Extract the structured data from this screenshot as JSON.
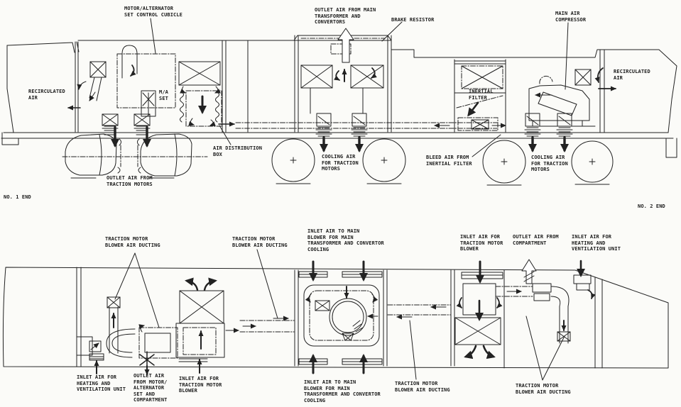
{
  "figure": {
    "type": "locomotive air-flow schematic",
    "views": [
      "side elevation",
      "plan view"
    ],
    "line_color": "#222222",
    "paper_color": "#fbfbf8"
  },
  "side_view": {
    "labels": {
      "motor_alternator_cubicle": "MOTOR/ALTERNATOR\nSET CONTROL CUBICLE",
      "outlet_main_transformer": "OUTLET AIR FROM MAIN\nTRANSFORMER AND\nCONVERTORS",
      "brake_resistor": "BRAKE RESISTOR",
      "main_air_compressor": "MAIN AIR\nCOMPRESSOR",
      "recirculated_air_right": "RECIRCULATED\nAIR",
      "recirculated_air_left": "RECIRCULATED\nAIR",
      "ma_set": "M/A\nSET",
      "inertial_filter": "INERTIAL\nFILTER",
      "air_distribution_box": "AIR DISTRIBUTION\nBOX",
      "outlet_traction_motors": "OUTLET AIR FROM\nTRACTION MOTORS",
      "cooling_air_mid": "COOLING AIR\nFOR TRACTION\nMOTORS",
      "bleed_air": "BLEED AIR FROM\nINERTIAL FILTER",
      "cooling_air_right": "COOLING AIR\nFOR TRACTION\nMOTORS",
      "no1_end": "NO. 1 END",
      "no2_end": "NO. 2 END"
    }
  },
  "plan_view": {
    "labels": {
      "tm_ducting_top_left": "TRACTION MOTOR\nBLOWER AIR DUCTING",
      "tm_ducting_top_mid": "TRACTION MOTOR\nBLOWER AIR DUCTING",
      "inlet_main_blower_top": "INLET AIR TO MAIN\nBLOWER FOR MAIN\nTRANSFORMER AND CONVERTOR\nCOOLING",
      "inlet_tm_blower_top": "INLET AIR FOR\nTRACTION MOTOR\nBLOWER",
      "outlet_compartment": "OUTLET AIR FROM\nCOMPARTMENT",
      "inlet_hv_top": "INLET AIR FOR\nHEATING AND\nVENTILATION UNIT",
      "inlet_hv_bottom": "INLET AIR FOR\nHEATING AND\nVENTILATION UNIT",
      "outlet_ma_set": "OUTLET AIR\nFROM MOTOR/\nALTERNATOR\nSET AND\nCOMPARTMENT",
      "inlet_tm_blower_bottom": "INLET AIR FOR\nTRACTION MOTOR\nBLOWER",
      "inlet_main_blower_bottom": "INLET AIR TO MAIN\nBLOWER FOR MAIN\nTRANSFORMER AND CONVERTOR\nCOOLING",
      "tm_ducting_bottom_mid": "TRACTION MOTOR\nBLOWER AIR DUCTING",
      "tm_ducting_bottom_right": "TRACTION MOTOR\nBLOWER AIR DUCTING"
    }
  }
}
